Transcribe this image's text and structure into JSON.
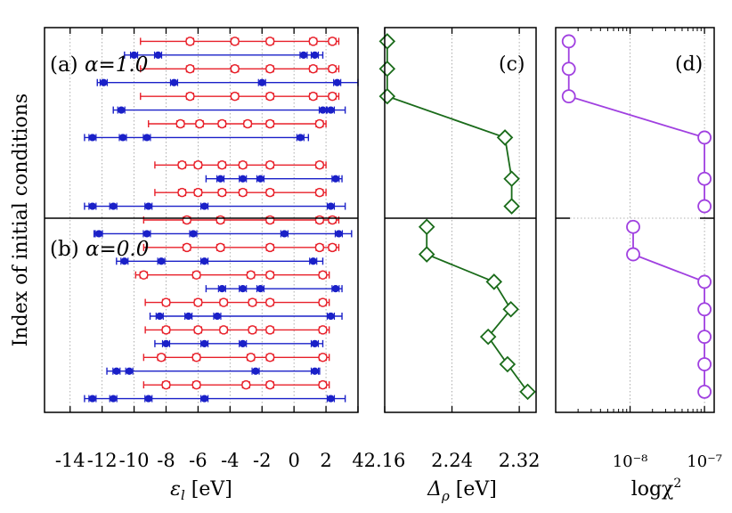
{
  "figure": {
    "ylabel": "Index of initial conditions",
    "panel_a_label": "(a) ",
    "panel_a_alpha": "α=1.0",
    "panel_b_label": "(b) ",
    "panel_b_alpha": "α=0.0",
    "panel_c_label": "(c)",
    "panel_d_label": "(d)",
    "xlabel_a_symbol": "ε",
    "xlabel_a_sub": "l",
    "xlabel_a_unit": " [eV]",
    "xlabel_c_symbol": "Δ",
    "xlabel_c_sub": "ρ",
    "xlabel_c_unit": " [eV]",
    "xlabel_d_text": "logχ",
    "xlabel_d_sup": "2",
    "red_color": "#e8202a",
    "blue_color": "#1a20c8",
    "green_color": "#1a6b1a",
    "purple_color": "#a040e0"
  },
  "chart_data": [
    {
      "type": "scatter",
      "panel": "a/b",
      "xlabel": "ε_l [eV]",
      "xlim": [
        -15.6,
        4
      ],
      "xticks": [
        -14,
        -12,
        -10,
        -8,
        -6,
        -4,
        -2,
        0,
        2,
        4
      ],
      "xtick_labels": [
        "-14",
        "-12",
        "-10",
        "-8",
        "-6",
        "-4",
        "-2",
        "0",
        "2",
        "4"
      ],
      "grid": true,
      "series": [
        {
          "marker": "open circle",
          "color": "red",
          "rows": [
            {
              "y": 1,
              "points": [
                -6.5,
                -3.7,
                -1.5,
                1.2,
                2.4
              ],
              "bar_low": -9.6,
              "bar_high": 2.8
            },
            {
              "y": 3,
              "points": [
                -6.5,
                -3.7,
                -1.5,
                1.2,
                2.4
              ],
              "bar_low": -9.6,
              "bar_high": 2.8
            },
            {
              "y": 5,
              "points": [
                -6.5,
                -3.7,
                -1.5,
                1.2,
                2.4
              ],
              "bar_low": -9.6,
              "bar_high": 2.8
            },
            {
              "y": 7,
              "points": [
                -7.1,
                -5.9,
                -4.5,
                -2.9,
                -1.5,
                1.6
              ],
              "bar_low": -9.1,
              "bar_high": 2.0
            },
            {
              "y": 10,
              "points": [
                -7.0,
                -6.0,
                -4.5,
                -3.2,
                -1.5,
                1.6
              ],
              "bar_low": -8.7,
              "bar_high": 2.0
            },
            {
              "y": 12,
              "points": [
                -7.0,
                -6.0,
                -4.5,
                -3.2,
                -1.5,
                1.6
              ],
              "bar_low": -8.7,
              "bar_high": 2.0
            },
            {
              "y": 14,
              "points": [
                -6.7,
                -4.6,
                -1.5,
                1.6,
                2.4
              ],
              "bar_low": -9.4,
              "bar_high": 2.8
            },
            {
              "y": 16,
              "points": [
                -6.7,
                -4.6,
                -1.5,
                1.6,
                2.4
              ],
              "bar_low": -9.4,
              "bar_high": 2.8
            },
            {
              "y": 18,
              "points": [
                -9.4,
                -6.1,
                -2.7,
                -1.5,
                1.8
              ],
              "bar_low": -9.9,
              "bar_high": 2.2
            },
            {
              "y": 20,
              "points": [
                -8.0,
                -6.0,
                -4.4,
                -2.6,
                -1.5,
                1.8
              ],
              "bar_low": -9.3,
              "bar_high": 2.2
            },
            {
              "y": 22,
              "points": [
                -8.0,
                -6.0,
                -4.4,
                -2.6,
                -1.5,
                1.8
              ],
              "bar_low": -9.3,
              "bar_high": 2.2
            },
            {
              "y": 24,
              "points": [
                -8.3,
                -6.1,
                -2.7,
                -1.5,
                1.8
              ],
              "bar_low": -9.4,
              "bar_high": 2.2
            },
            {
              "y": 26,
              "points": [
                -8.0,
                -6.1,
                -3.0,
                -1.5,
                1.8
              ],
              "bar_low": -9.4,
              "bar_high": 2.2
            }
          ]
        },
        {
          "marker": "filled circle",
          "color": "blue",
          "rows": [
            {
              "y": 2,
              "points": [
                -10.0,
                -8.5,
                0.6,
                1.3
              ],
              "bar_low": -10.6,
              "bar_high": 1.8
            },
            {
              "y": 4,
              "points": [
                -11.9,
                -7.5,
                -2.0,
                2.7
              ],
              "bar_low": -12.3,
              "bar_high": 4.0
            },
            {
              "y": 6,
              "points": [
                -10.8,
                1.8,
                2.3
              ],
              "bar_low": -11.3,
              "bar_high": 3.2
            },
            {
              "y": 8,
              "points": [
                -12.6,
                -10.7,
                -9.2,
                0.4
              ],
              "bar_low": -13.1,
              "bar_high": 0.9
            },
            {
              "y": 11,
              "points": [
                -4.6,
                -3.2,
                -2.1,
                2.6
              ],
              "bar_low": -5.5,
              "bar_high": 3.0
            },
            {
              "y": 13,
              "points": [
                -12.6,
                -11.3,
                -9.1,
                -5.6,
                2.3
              ],
              "bar_low": -13.1,
              "bar_high": 3.2
            },
            {
              "y": 15,
              "points": [
                -12.2,
                -9.2,
                -6.3,
                -0.6,
                2.8
              ],
              "bar_low": -12.5,
              "bar_high": 3.6
            },
            {
              "y": 17,
              "points": [
                -10.6,
                -8.3,
                -5.6,
                1.2
              ],
              "bar_low": -11.1,
              "bar_high": 1.8
            },
            {
              "y": 19,
              "points": [
                -4.5,
                -3.2,
                -2.1,
                2.6
              ],
              "bar_low": -5.5,
              "bar_high": 3.0
            },
            {
              "y": 21,
              "points": [
                -8.4,
                -6.6,
                -4.8,
                2.3
              ],
              "bar_low": -9.0,
              "bar_high": 3.0
            },
            {
              "y": 23,
              "points": [
                -8.0,
                -5.6,
                -3.2,
                1.3
              ],
              "bar_low": -8.7,
              "bar_high": 1.8
            },
            {
              "y": 25,
              "points": [
                -11.1,
                -10.3,
                -2.4,
                1.3
              ],
              "bar_low": -11.7,
              "bar_high": 1.6
            },
            {
              "y": 27,
              "points": [
                -12.6,
                -11.3,
                -9.1,
                -5.6,
                2.3
              ],
              "bar_low": -13.1,
              "bar_high": 3.2
            }
          ]
        }
      ],
      "separator_y": 13.5,
      "ylim": [
        0,
        28
      ]
    },
    {
      "type": "line",
      "panel": "c",
      "xlabel": "Δ_ρ [eV]",
      "xlim": [
        2.16,
        2.34
      ],
      "xticks": [
        2.16,
        2.24,
        2.32
      ],
      "xtick_labels": [
        "2.16",
        "2.24",
        "2.32"
      ],
      "marker": "open diamond",
      "segments": [
        {
          "points": [
            {
              "y": 1,
              "x": 2.163
            },
            {
              "y": 3,
              "x": 2.163
            },
            {
              "y": 5,
              "x": 2.163
            },
            {
              "y": 8,
              "x": 2.303
            },
            {
              "y": 11,
              "x": 2.311
            },
            {
              "y": 13,
              "x": 2.311
            }
          ]
        },
        {
          "points": [
            {
              "y": 14.5,
              "x": 2.21
            },
            {
              "y": 16.5,
              "x": 2.21
            },
            {
              "y": 18.5,
              "x": 2.29
            },
            {
              "y": 20.5,
              "x": 2.31
            },
            {
              "y": 22.5,
              "x": 2.283
            },
            {
              "y": 24.5,
              "x": 2.306
            },
            {
              "y": 26.5,
              "x": 2.33
            }
          ]
        }
      ]
    },
    {
      "type": "line",
      "panel": "d",
      "xlabel": "logχ²",
      "xscale": "log",
      "xticks": [
        1e-08,
        1e-07
      ],
      "xtick_labels": [
        "10⁻⁸",
        "10⁻⁷"
      ],
      "marker": "open circle",
      "segments": [
        {
          "points": [
            {
              "y": 1,
              "x": 1.5e-09
            },
            {
              "y": 3,
              "x": 1.5e-09
            },
            {
              "y": 5,
              "x": 1.5e-09
            },
            {
              "y": 8,
              "x": 1e-07
            },
            {
              "y": 11,
              "x": 1e-07
            },
            {
              "y": 13,
              "x": 1e-07
            }
          ]
        },
        {
          "points": [
            {
              "y": 14.5,
              "x": 1.1e-08
            },
            {
              "y": 16.5,
              "x": 1.1e-08
            },
            {
              "y": 18.5,
              "x": 1e-07
            },
            {
              "y": 20.5,
              "x": 1e-07
            },
            {
              "y": 22.5,
              "x": 1e-07
            },
            {
              "y": 24.5,
              "x": 1e-07
            },
            {
              "y": 26.5,
              "x": 1e-07
            }
          ]
        }
      ]
    }
  ]
}
